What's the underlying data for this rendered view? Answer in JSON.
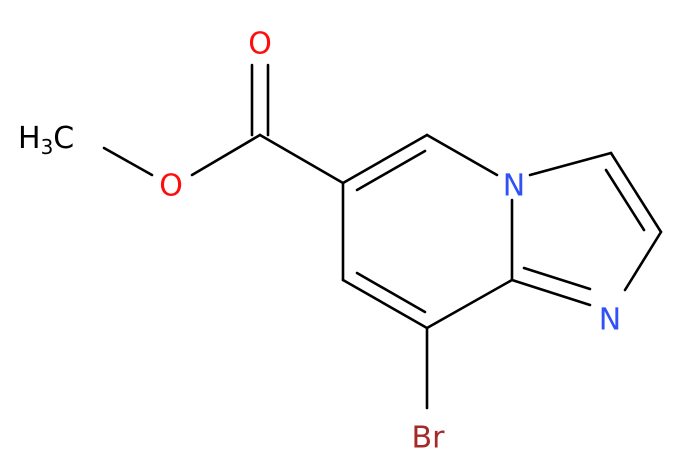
{
  "colors": {
    "bond": "#000000",
    "carbon": "#000000",
    "oxygen": "#ff0d0d",
    "nitrogen": "#3050f8",
    "bromine": "#a62929"
  },
  "atoms": {
    "methyl": {
      "main": "H",
      "sub": "3",
      "tail": "C",
      "element": "C"
    },
    "ester_oxygen": {
      "text": "O",
      "element": "O"
    },
    "carbonyl_oxygen": {
      "text": "O",
      "element": "O"
    },
    "bridgehead_nitrogen": {
      "text": "N",
      "element": "N"
    },
    "imidazole_nitrogen": {
      "text": "N",
      "element": "N"
    },
    "bromine": {
      "text": "Br",
      "element": "Br"
    }
  }
}
